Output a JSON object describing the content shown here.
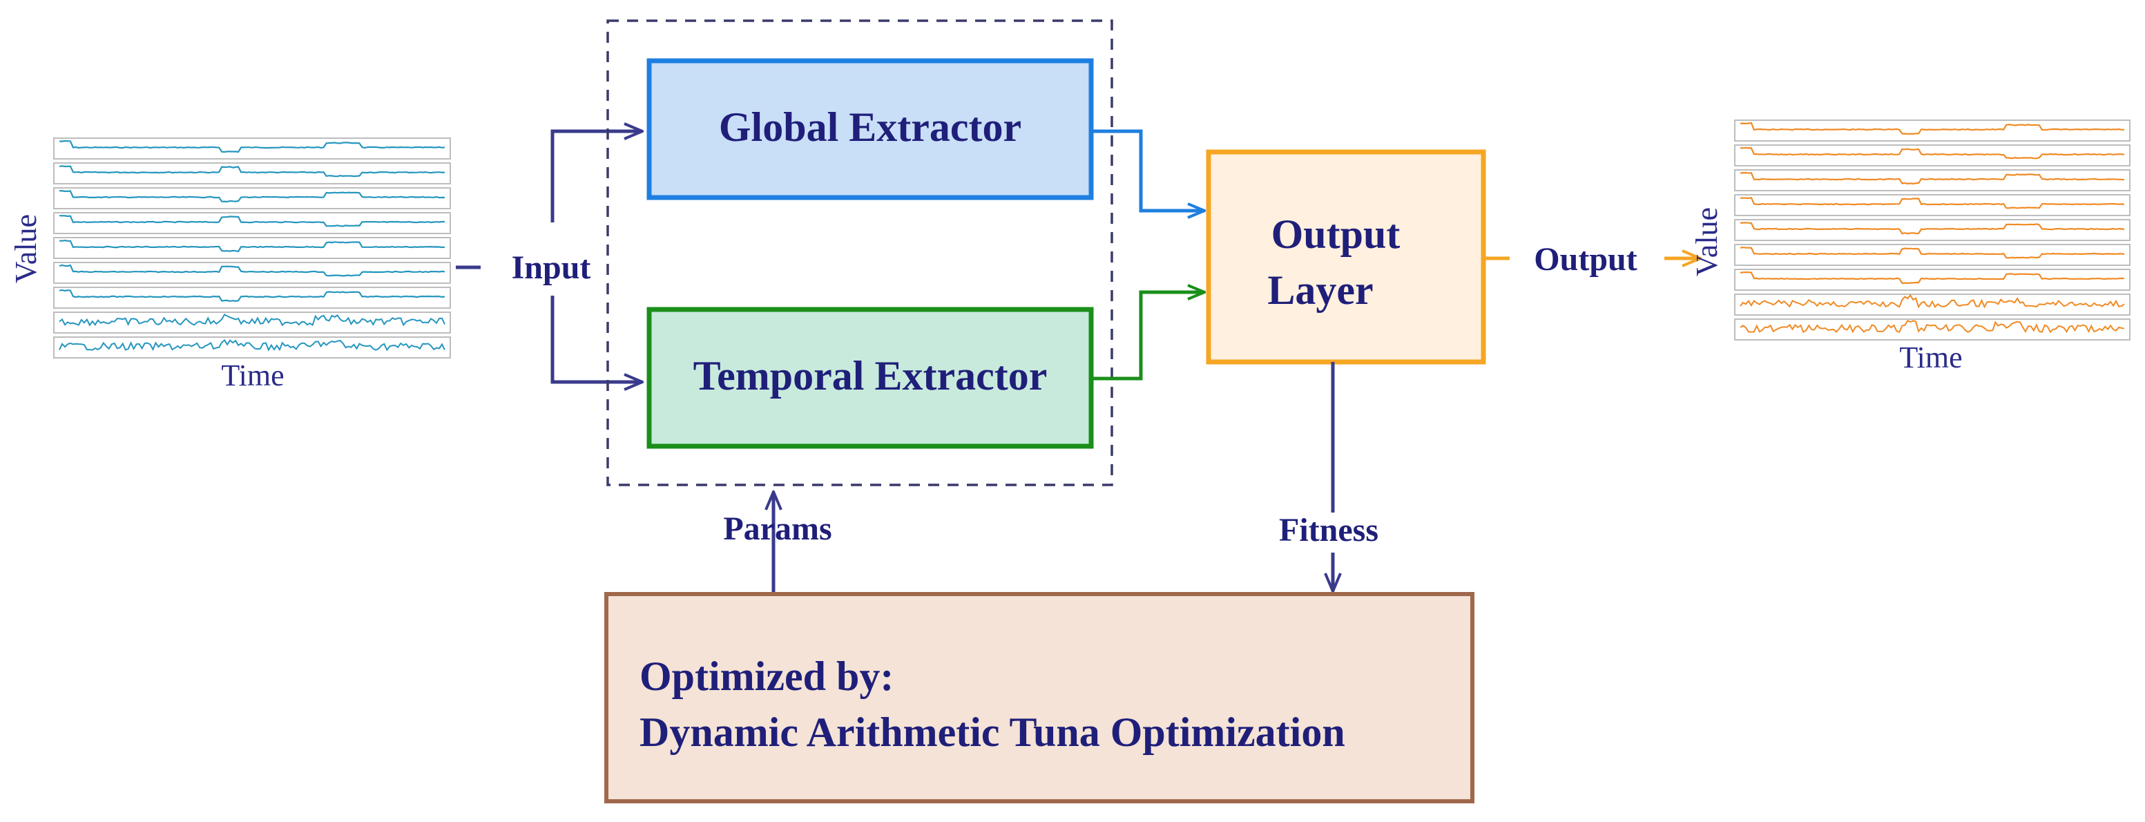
{
  "input_plot": {
    "ylabel": "Value",
    "xlabel": "Time",
    "color": "#2596be",
    "channels": 9
  },
  "output_plot": {
    "ylabel": "Value",
    "xlabel": "Time",
    "color": "#f08a24",
    "channels": 9
  },
  "labels": {
    "input": "Input",
    "output": "Output",
    "params": "Params",
    "fitness": "Fitness"
  },
  "boxes": {
    "global": {
      "label": "Global Extractor",
      "fill": "#c9def7",
      "stroke": "#1e7fe0"
    },
    "temporal": {
      "label": "Temporal Extractor",
      "fill": "#c8eadc",
      "stroke": "#1a8f1a"
    },
    "output_layer": {
      "line1": "Output",
      "line2": "Layer",
      "fill": "#fff0df",
      "stroke": "#f5a623"
    },
    "optimizer": {
      "line1": "Optimized by:",
      "line2": "Dynamic Arithmetic Tuna Optimization",
      "fill": "#f4e3d6",
      "stroke": "#a0684b"
    }
  },
  "colors": {
    "arrow": "#3a3a8c",
    "text": "#1f1f7a"
  }
}
